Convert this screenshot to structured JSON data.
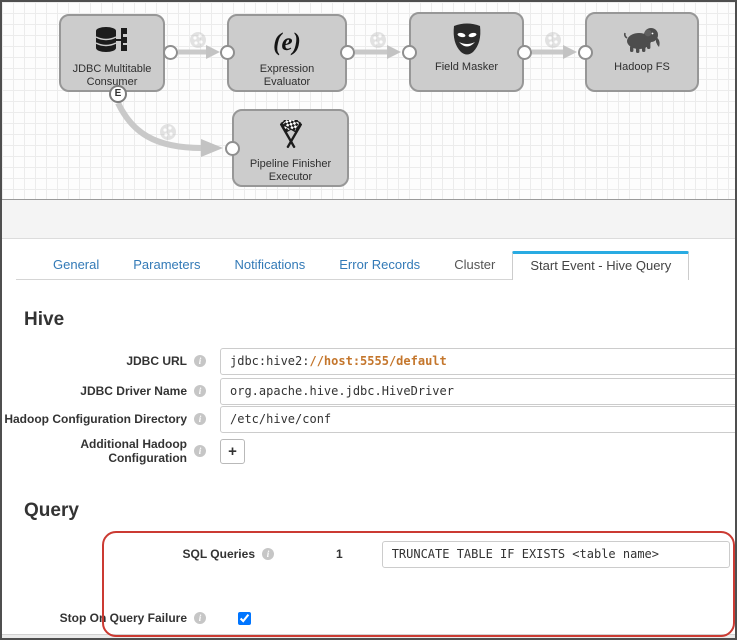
{
  "colors": {
    "tab_active_accent": "#29abe2",
    "tab_link_blue": "#337ab7",
    "annotation_red": "#cb3a32",
    "code_highlight_orange": "#c4762c",
    "node_fill": "#cccccc"
  },
  "pipeline_canvas": {
    "nodes": [
      {
        "line1": "JDBC Multitable",
        "line2": "Consumer",
        "badge": "E"
      },
      {
        "line1": "Expression",
        "line2": "Evaluator",
        "icon_text": "(e)"
      },
      {
        "line1": "Field Masker",
        "line2": ""
      },
      {
        "line1": "Hadoop FS",
        "line2": ""
      },
      {
        "line1": "Pipeline Finisher",
        "line2": "Executor"
      }
    ]
  },
  "tabs": {
    "items": [
      {
        "label": "General"
      },
      {
        "label": "Parameters"
      },
      {
        "label": "Notifications"
      },
      {
        "label": "Error Records"
      },
      {
        "label": "Cluster"
      },
      {
        "label": "Start Event - Hive Query"
      }
    ]
  },
  "hive_section": {
    "heading": "Hive",
    "jdbc_url": {
      "label": "JDBC URL",
      "value_prefix": "jdbc:hive2:",
      "value_highlight": "//host:5555/default"
    },
    "jdbc_driver": {
      "label": "JDBC Driver Name",
      "value": "org.apache.hive.jdbc.HiveDriver"
    },
    "hadoop_dir": {
      "label": "Hadoop Configuration Directory",
      "value": "/etc/hive/conf"
    },
    "additional_config": {
      "label": "Additional Hadoop Configuration",
      "add_button": "+"
    }
  },
  "query_section": {
    "heading": "Query",
    "sql_queries": {
      "label": "SQL Queries",
      "index": "1",
      "value": "TRUNCATE TABLE IF EXISTS <table name>"
    },
    "stop_on_failure": {
      "label": "Stop On Query Failure",
      "checked": "checked"
    }
  }
}
